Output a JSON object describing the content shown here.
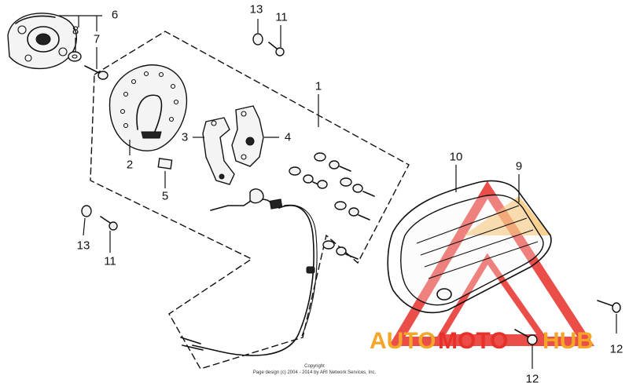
{
  "diagram": {
    "callouts": {
      "c1": "1",
      "c2": "2",
      "c3": "3",
      "c4": "4",
      "c5": "5",
      "c6": "6",
      "c7": "7",
      "c8": "8",
      "c9": "9",
      "c10": "10",
      "c11_top": "11",
      "c11_bottom": "11",
      "c12_right": "12",
      "c12_bottom": "12",
      "c13_top": "13",
      "c13_bottom": "13"
    },
    "copyright_line1": "Copyright",
    "copyright_line2": "Page design (c) 2004 - 2014 by ARI Network Services, Inc."
  },
  "watermark": {
    "part1": "AUTO",
    "part2": "MOTO",
    "part3": "HUB",
    "color_primary": "#e8302a",
    "color_secondary": "#f5a528"
  }
}
